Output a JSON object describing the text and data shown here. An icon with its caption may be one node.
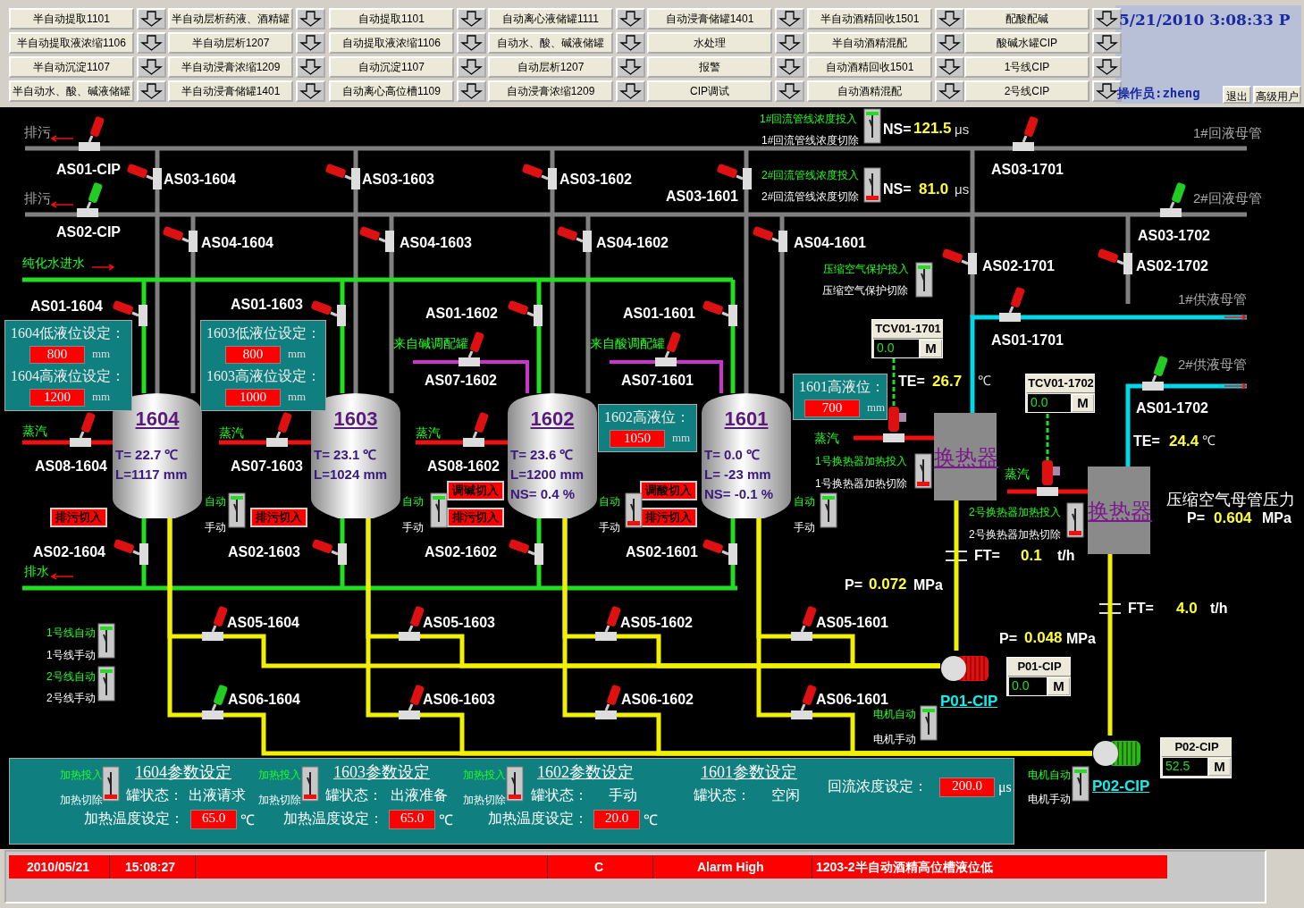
{
  "diagram": {
    "nodes": [
      {
        "text": [
          "半自动提取1101"
        ]
      },
      {
        "text": [
          "半自动层析药液、酒精罐"
        ]
      },
      {
        "text": [
          "自动提取1101"
        ]
      },
      {
        "text": [
          "自动离心液储罐1111"
        ]
      },
      {
        "text": [
          "自动浸膏储罐1401"
        ]
      },
      {
        "text": [
          "半自动酒精回收1501"
        ]
      },
      {
        "text": [
          "配酸配碱"
        ]
      },
      {
        "text": [
          "半自动提取液浓缩1106"
        ]
      },
      {
        "text": [
          "半自动层析1207"
        ]
      },
      {
        "text": [
          "自动提取液浓缩1106"
        ]
      },
      {
        "text": [
          "自动水、酸、碱液储罐"
        ]
      },
      {
        "text": [
          "水处理"
        ]
      },
      {
        "text": [
          "半自动酒精混配"
        ]
      },
      {
        "text": [
          "酸碱水罐CIP"
        ]
      },
      {
        "text": [
          "半自动沉淀1107"
        ]
      },
      {
        "text": [
          "半自动浸膏浓缩1209"
        ]
      },
      {
        "text": [
          "自动沉淀1107"
        ]
      },
      {
        "text": [
          "自动层析1207"
        ]
      },
      {
        "text": [
          "报警"
        ]
      },
      {
        "text": [
          "自动酒精回收1501"
        ]
      },
      {
        "text": [
          "1号线CIP"
        ]
      },
      {
        "text": [
          "半自动水、酸、碱液储罐"
        ]
      },
      {
        "text": [
          "半自动浸膏储罐1401"
        ]
      },
      {
        "text": [
          "自动离心高位槽1109"
        ]
      },
      {
        "text": [
          "自动浸膏浓缩1209"
        ]
      },
      {
        "text": [
          "CIP调试"
        ]
      },
      {
        "text": [
          "自动酒精混配"
        ]
      },
      {
        "text": [
          "2号线CIP"
        ]
      },
      {
        "text": [
          "退出"
        ]
      },
      {
        "text": [
          "高级用户"
        ]
      },
      {
        "text": [
          "1604",
          "T= 22.7 ℃",
          "L=1117 mm"
        ]
      },
      {
        "text": [
          "1603",
          "T= 23.1 ℃",
          "L=1024 mm"
        ]
      },
      {
        "text": [
          "1602",
          "T= 23.6 ℃",
          "L=1200 mm",
          "NS= 0.4 %"
        ]
      },
      {
        "text": [
          "1601",
          "T= 0.0 ℃",
          "L= -23 mm",
          "NS= -0.1 %"
        ]
      },
      {
        "text": [
          "换热器"
        ]
      },
      {
        "text": [
          "换热器"
        ]
      },
      {
        "text": [],
        "shape": "picture",
        "beside": [
          "P01-CIP"
        ]
      },
      {
        "text": [],
        "shape": "picture",
        "beside": [
          "P02-CIP"
        ]
      },
      {
        "text": [
          "1604低液位设定：",
          "800",
          "mm",
          "1604高液位设定：",
          "1200",
          "mm"
        ]
      },
      {
        "text": [
          "1603低液位设定：",
          "800",
          "mm",
          "1603高液位设定：",
          "1000",
          "mm"
        ]
      },
      {
        "text": [
          "1602高液位：",
          "1050",
          "mm"
        ]
      },
      {
        "text": [
          "1601高液位：",
          "700",
          "mm"
        ]
      },
      {
        "text": [
          "TCV01-1701",
          "0.0",
          "M"
        ]
      },
      {
        "text": [
          "TCV01-1702",
          "0.0",
          "M"
        ]
      },
      {
        "text": [
          "P01-CIP",
          "0.0",
          "M"
        ]
      },
      {
        "text": [
          "P02-CIP",
          "52.5",
          "M"
        ]
      },
      {
        "text": [
          "加热投入",
          "1604参数设定",
          "加热切除",
          "罐状态：",
          "出液请求",
          "加热温度设定：",
          "65.0",
          "℃",
          "加热投入",
          "1603参数设定",
          "加热切除",
          "罐状态：",
          "出液准备",
          "加热温度设定：",
          "65.0",
          "℃",
          "加热投入",
          "1602参数设定",
          "加热切除",
          "罐状态：",
          "手动",
          "加热温度设定：",
          "20.0",
          "℃",
          "1601参数设定",
          "罐状态：",
          "空闲",
          "回流浓度设定：",
          "200.0",
          "μs"
        ]
      },
      {
        "text": [
          "2010/05/21",
          "15:08:27",
          "C",
          "Alarm High",
          "1203-2半自动酒精高位槽液位低"
        ]
      }
    ],
    "edges": [
      {
        "from": 30,
        "to": 36,
        "arrow": "none"
      },
      {
        "from": 30,
        "to": 37,
        "arrow": "none"
      },
      {
        "from": 31,
        "to": 36,
        "arrow": "none"
      },
      {
        "from": 31,
        "to": 37,
        "arrow": "none"
      },
      {
        "from": 32,
        "to": 36,
        "arrow": "none"
      },
      {
        "from": 32,
        "to": 37,
        "arrow": "none"
      },
      {
        "from": 33,
        "to": 36,
        "arrow": "none"
      },
      {
        "from": 33,
        "to": 37,
        "arrow": "none"
      },
      {
        "from": 36,
        "to": 34,
        "arrow": "none"
      },
      {
        "from": 37,
        "to": 35,
        "arrow": "none"
      }
    ],
    "labels": [
      "5/21/2010 3:08:33 P",
      "操作员:zheng",
      "排污",
      "AS01-CIP",
      "AS03-1604",
      "AS03-1603",
      "AS03-1602",
      "1#回流管线浓度投入",
      "1#回流管线浓度切除",
      "NS=",
      "121.5",
      "μs",
      "AS03-1701",
      "1#回液母管",
      "排污",
      "AS03-1601",
      "2#回流管线浓度投入",
      "2#回流管线浓度切除",
      "NS=",
      "81.0",
      "μs",
      "2#回液母管",
      "AS02-CIP",
      "AS04-1604",
      "AS04-1603",
      "AS04-1602",
      "AS04-1601",
      "AS03-1702",
      "纯化水进水",
      "压缩空气保护投入",
      "压缩空气保护切除",
      "AS02-1701",
      "AS02-1702",
      "AS01-1604",
      "AS01-1603",
      "AS01-1602",
      "AS01-1601",
      "1#供液母管",
      "来自碱调配罐",
      "来自酸调配罐",
      "AS01-1701",
      "2#供液母管",
      "AS07-1602",
      "AS07-1601",
      "TE=",
      "26.7",
      "℃",
      "AS01-1702",
      "蒸汽",
      "蒸汽",
      "蒸汽",
      "蒸汽",
      "TE=",
      "24.4",
      "℃",
      "AS08-1604",
      "AS07-1603",
      "AS08-1602",
      "1号换热器加热投入",
      "1号换热器加热切除",
      "蒸汽",
      "调碱切入",
      "调酸切入",
      "自动",
      "自动",
      "自动",
      "自动",
      "压缩空气母管压力",
      "2号换热器加热投入",
      "排污切入",
      "排污切入",
      "排污切入",
      "排污切入",
      "P=",
      "0.604",
      "MPa",
      "手动",
      "手动",
      "手动",
      "手动",
      "2号换热器加热切除",
      "AS02-1604",
      "AS02-1603",
      "AS02-1602",
      "AS02-1601",
      "FT=",
      "0.1",
      "t/h",
      "排水",
      "P=",
      "0.072",
      "MPa",
      "FT=",
      "4.0",
      "t/h",
      "AS05-1604",
      "AS05-1603",
      "AS05-1602",
      "AS05-1601",
      "1号线自动",
      "P=",
      "0.048",
      "MPa",
      "1号线手动",
      "2号线自动",
      "2号线手动",
      "AS06-1604",
      "AS06-1603",
      "AS06-1602",
      "AS06-1601",
      "电机自动",
      "电机手动",
      "电机自动",
      "电机手动"
    ]
  }
}
